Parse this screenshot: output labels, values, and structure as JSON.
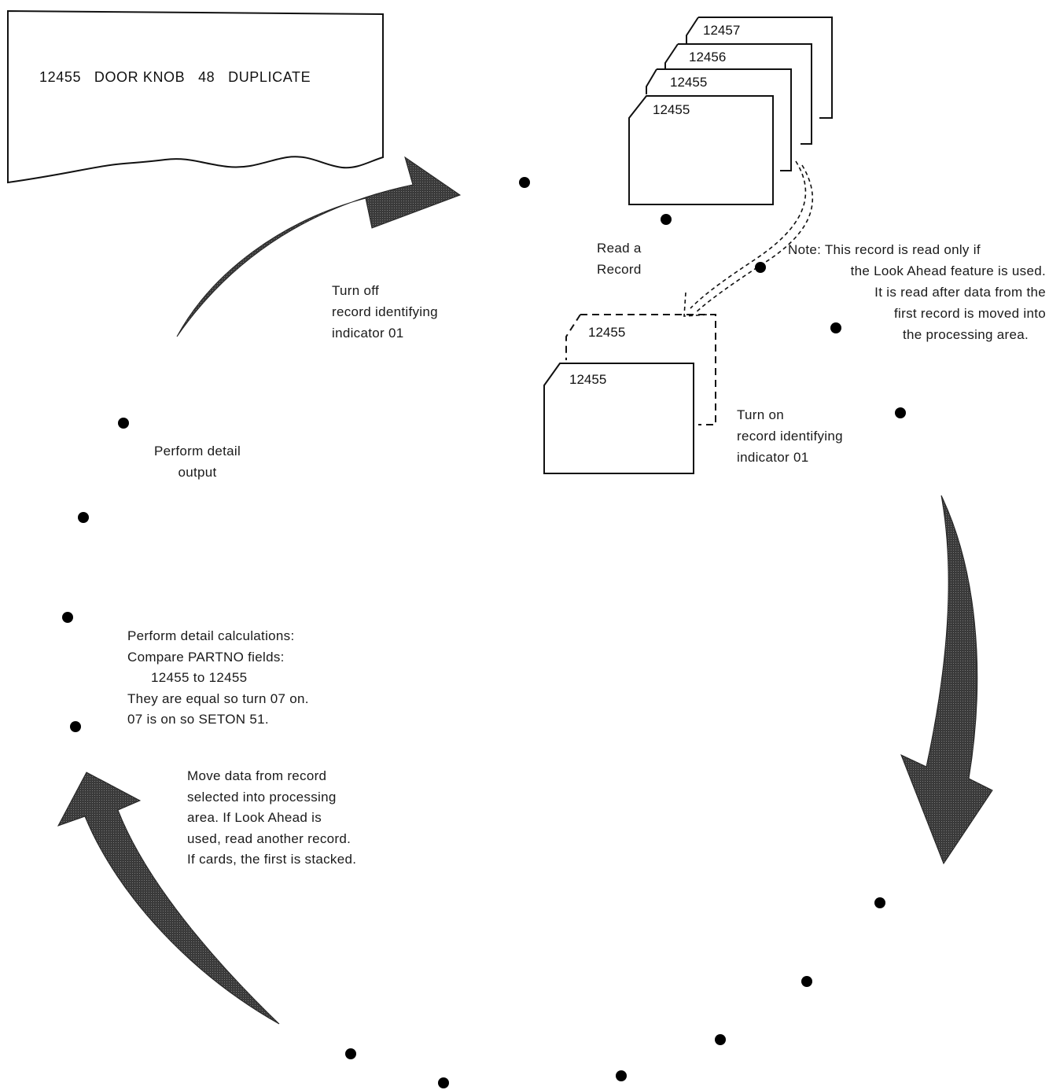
{
  "printout": {
    "line": "12455   DOOR KNOB   48   DUPLICATE"
  },
  "card_stack": {
    "cards": [
      "12457",
      "12456",
      "12455",
      "12455"
    ]
  },
  "processing_cards": {
    "dashed_card": "12455",
    "solid_card": "12455"
  },
  "labels": {
    "read_record": [
      "Read a",
      "Record"
    ],
    "note": [
      "Note:  This record is read only if",
      "the Look Ahead feature is used.",
      "It is read after data from the",
      "first record is moved into",
      "the processing area."
    ],
    "turn_off": [
      "Turn off",
      "record identifying",
      "indicator 01"
    ],
    "turn_on": [
      "Turn on",
      "record identifying",
      "indicator 01"
    ],
    "perform_detail_output": [
      "Perform detail",
      "output"
    ],
    "perform_detail_calc": [
      "Perform detail calculations:",
      "Compare PARTNO fields:",
      "12455 to 12455",
      "They are equal so turn 07 on.",
      "07 is on so SETON 51."
    ],
    "move_data": [
      "Move data from record",
      "selected into processing",
      "area.  If Look Ahead is",
      "used, read another record.",
      "If cards, the first is stacked."
    ]
  },
  "colors": {
    "arrow_fill": "#333333",
    "dot": "#000000",
    "line": "#111111"
  }
}
